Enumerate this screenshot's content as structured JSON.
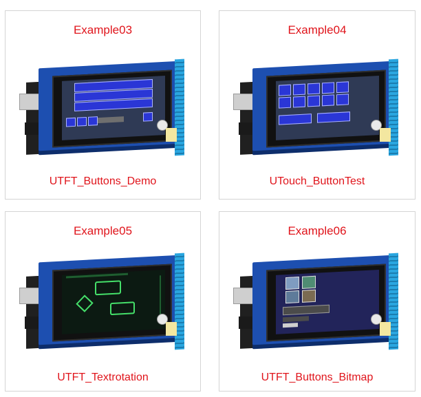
{
  "cards": [
    {
      "title": "Example03",
      "caption": "UTFT_Buttons_Demo"
    },
    {
      "title": "Example04",
      "caption": "UTouch_ButtonTest"
    },
    {
      "title": "Example05",
      "caption": "UTFT_Textrotation"
    },
    {
      "title": "Example06",
      "caption": "UTFT_Buttons_Bitmap"
    }
  ],
  "colors": {
    "label_red": "#e0141b",
    "pcb_blue": "#1d4fb0",
    "lcd_button_blue": "#2a36d6",
    "text_green": "#45e06a"
  }
}
